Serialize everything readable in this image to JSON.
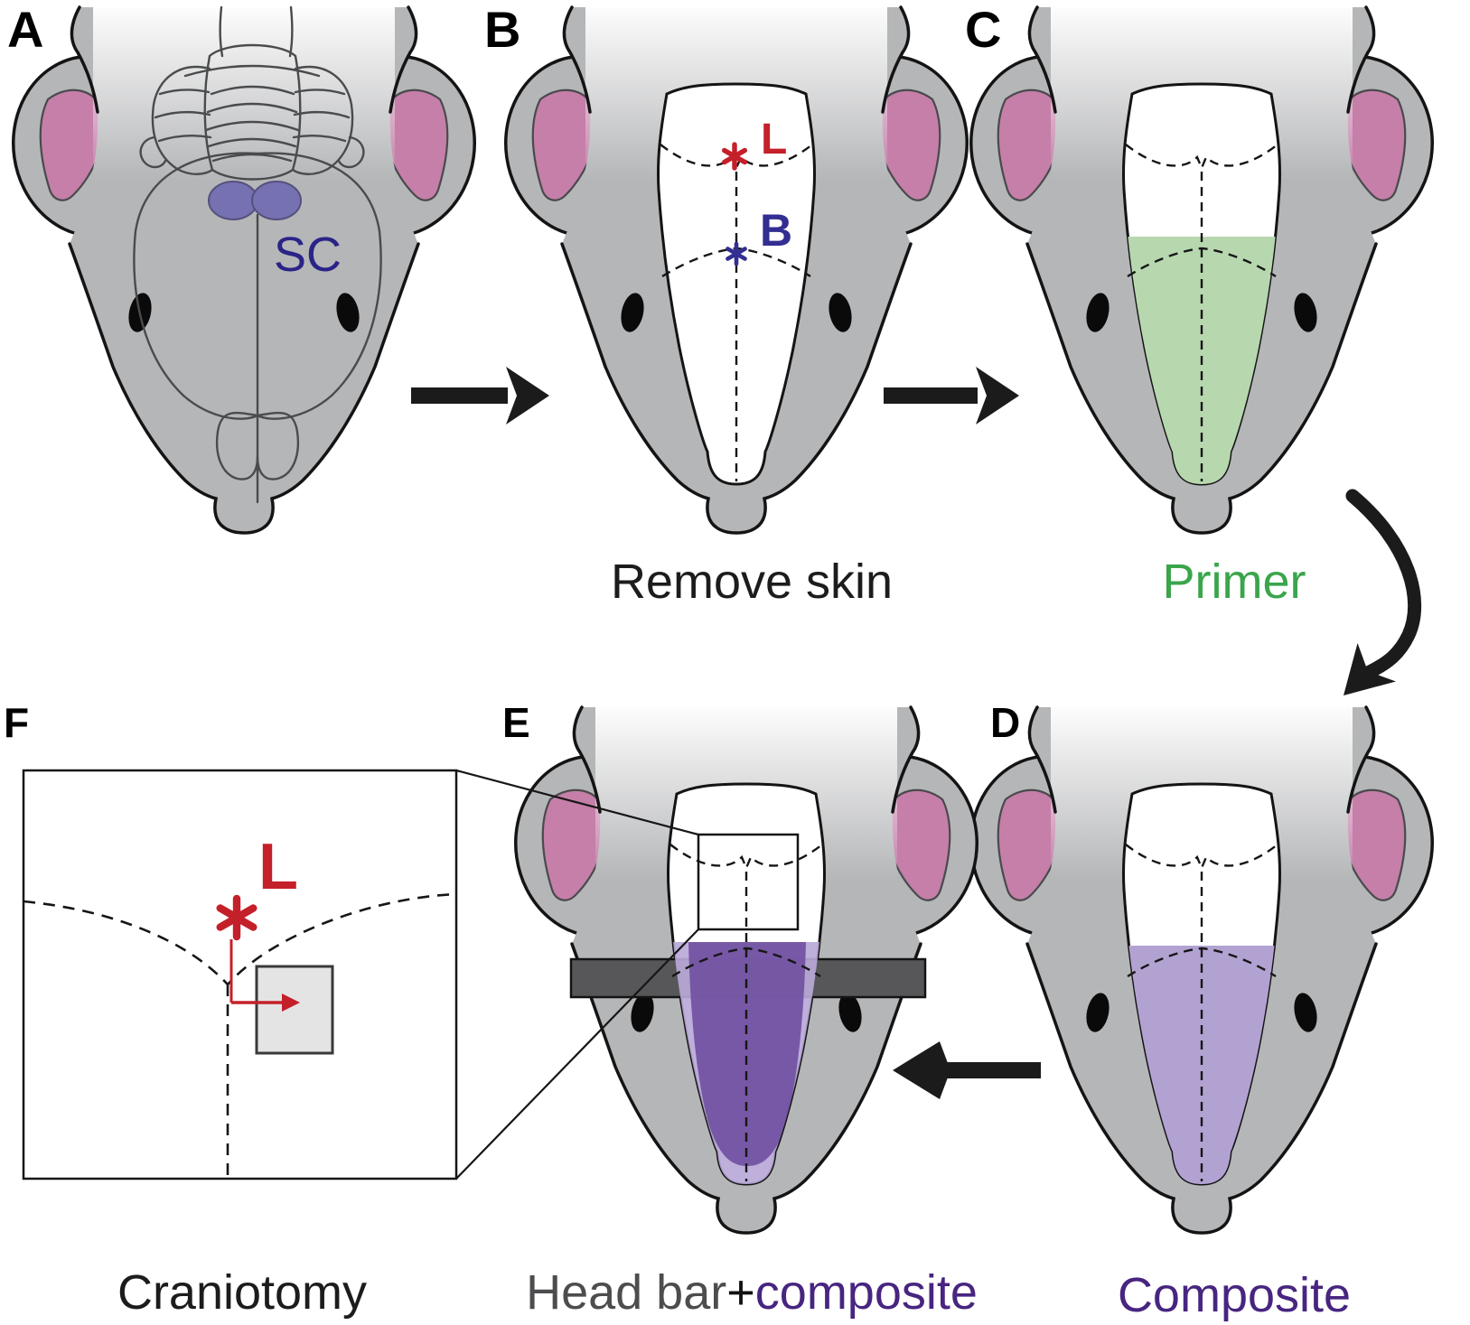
{
  "figure": {
    "panels": {
      "a": {
        "label": "A",
        "sc_label": "SC"
      },
      "b": {
        "label": "B",
        "caption": "Remove skin",
        "lambda": "L",
        "bregma": "B"
      },
      "c": {
        "label": "C",
        "caption": "Primer"
      },
      "d": {
        "label": "D",
        "caption": "Composite"
      },
      "e": {
        "label": "E",
        "caption_head_bar": "Head bar",
        "caption_plus": "+",
        "caption_composite": "composite"
      },
      "f": {
        "label": "F",
        "caption": "Craniotomy",
        "lambda": "L"
      }
    },
    "colors": {
      "mouse_gray": "#b5b6b8",
      "ear_pink": "#c57fa9",
      "outline": "#141414",
      "brain_line": "#4a4b4d",
      "sc_fill": "#7671b1",
      "sc_text": "#2b2487",
      "lambda_red": "#c4202a",
      "bregma_blue": "#332e91",
      "primer_fill": "#b7d7af",
      "primer_text": "#3aa54b",
      "composite_light": "#b2a2d2",
      "composite_dark": "#6f4fa0",
      "composite_rim": "#b9a8d8",
      "composite_text": "#472580",
      "head_bar": "#57575a",
      "head_bar_text": "#4d4d4f",
      "caption_text": "#1c1c1c",
      "craniotomy_square": "#e4e4e5"
    }
  }
}
